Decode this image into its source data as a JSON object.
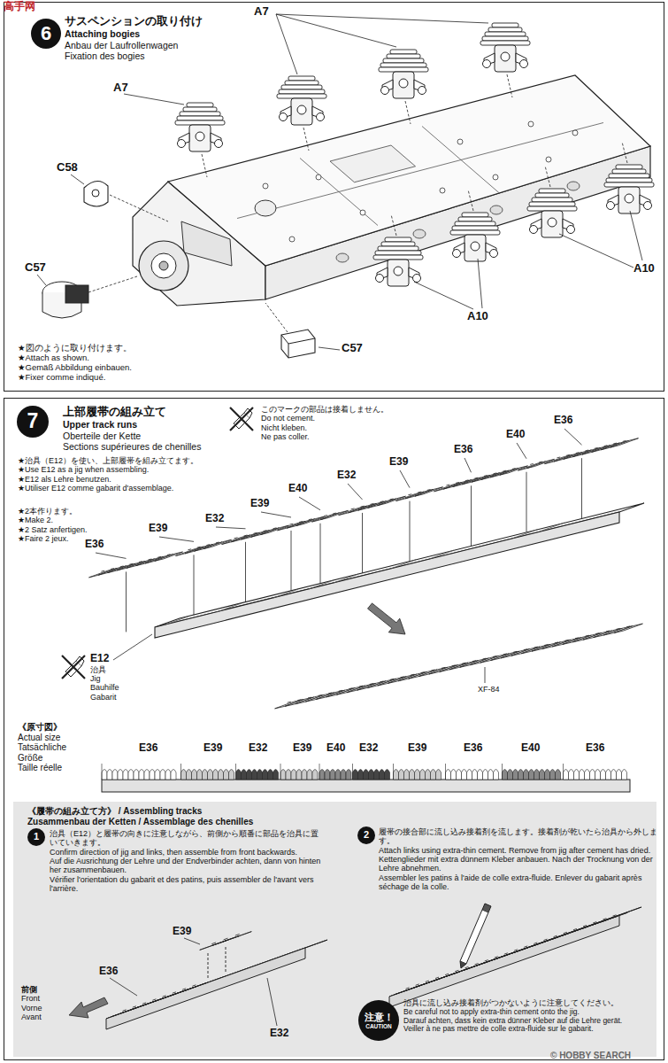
{
  "diagram": {
    "nodes": [
      {
        "text": [
          "サスペンションの取り付け",
          "Attaching bogies",
          "Anbau der Laufrollenwagen",
          "Fixation des bogies"
        ]
      },
      {
        "text": [
          "6"
        ],
        "in": 0
      },
      {
        "text": [
          "上部履帯の組み立て",
          "Upper track runs",
          "Oberteile der Kette",
          "Sections supérieures de chenilles"
        ]
      },
      {
        "text": [
          "7"
        ],
        "in": 2
      },
      {
        "text": [
          "《履帯の組み立て方》 / Assembling tracks",
          "Zusammenbau der Ketten / Assemblage des chenilles"
        ],
        "in": 2
      },
      {
        "text": [
          "1"
        ],
        "in": 4
      },
      {
        "text": [
          "2"
        ],
        "in": 4
      },
      {
        "text": [
          "注意！",
          "CAUTION"
        ],
        "in": 4
      }
    ],
    "labels": [
      "A7",
      "A7",
      "C58",
      "C57",
      "★図のように取り付けます。",
      "★Attach as shown.",
      "★Gemäß Abbildung einbauen.",
      "★Fixer comme indiqué.",
      "C57",
      "A10",
      "A10",
      "高手网",
      "このマークの部品は接着しません。",
      "Do not cement.",
      "Nicht kleben.",
      "Ne pas coller.",
      "★治具（E12）を使い、上部履帯を組み立てます。",
      "★Use E12 as a jig when assembling.",
      "★E12 als Lehre benutzen.",
      "★Utiliser E12 comme gabarit d'assemblage.",
      "★2本作ります。",
      "★Make 2.",
      "★2 Satz anfertigen.",
      "★Faire 2 jeux.",
      "E36",
      "E39",
      "E32",
      "E39",
      "E40",
      "E32",
      "E39",
      "E36",
      "E40",
      "E36",
      "E12",
      "治具",
      "Jig",
      "Bauhilfe",
      "Gabarit",
      "XF-84",
      "《原寸図》",
      "Actual size",
      "Tatsächliche",
      "Größe",
      "Taille réelle",
      "E36",
      "E39",
      "E32",
      "E39",
      "E40",
      "E32",
      "E39",
      "E36",
      "E40",
      "E36",
      "治具（E12）と履帯の向きに注意しながら、前側から順番に部品を治具に置いていきます。",
      "Confirm direction of jig and links, then assemble from front backwards.",
      "Auf die Ausrichtung der Lehre und der Endverbinder achten, dann von hinten her zusammenbauen.",
      "Vérifier l'orientation du gabarit et des patins, puis assembler de l'avant vers l'arrière.",
      "E39",
      "E36",
      "前側",
      "Front",
      "Vorne",
      "Avant",
      "E32",
      "履帯の接合部に流し込み接着剤を流します。接着剤が乾いたら治具から外します。",
      "Attach links using extra-thin cement. Remove from jig after cement has dried.",
      "Kettenglieder mit extra dünnem Kleber anbauen. Nach der Trocknung von der Lehre abnehmen.",
      "Assembler les patins à l'aide de colle extra-fluide. Enlever du gabarit après séchage de la colle.",
      "治具に流し込み接着剤がつかないように注意してください。",
      "Be careful not to apply extra-thin cement onto the jig.",
      "Darauf achten, dass kein extra dünner Kleber auf die Lehre gerät.",
      "Veiller à ne pas mettre de colle extra-fluide sur le gabarit.",
      "© HOBBY SEARCH"
    ]
  }
}
